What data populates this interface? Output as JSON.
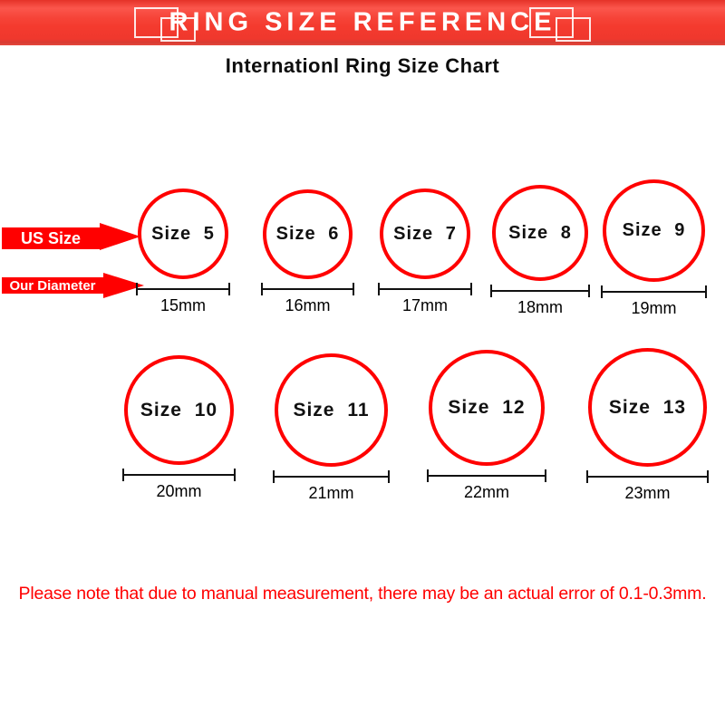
{
  "banner": {
    "title": "RING SIZE REFERENCE",
    "icons": {
      "left": "overlapping-squares-icon",
      "right": "overlapping-squares-icon"
    }
  },
  "subtitle": "Internationl Ring Size Chart",
  "pointers": {
    "us_size": "US Size",
    "our_diameter": "Our Diameter"
  },
  "rings": {
    "row1": [
      {
        "size": "Size 5",
        "diameter": "15mm"
      },
      {
        "size": "Size 6",
        "diameter": "16mm"
      },
      {
        "size": "Size 7",
        "diameter": "17mm"
      },
      {
        "size": "Size 8",
        "diameter": "18mm"
      },
      {
        "size": "Size 9",
        "diameter": "19mm"
      }
    ],
    "row2": [
      {
        "size": "Size 10",
        "diameter": "20mm"
      },
      {
        "size": "Size 11",
        "diameter": "21mm"
      },
      {
        "size": "Size 12",
        "diameter": "22mm"
      },
      {
        "size": "Size 13",
        "diameter": "23mm"
      }
    ]
  },
  "note": "Please note that due to manual measurement, there may be an actual error of 0.1-0.3mm.",
  "colors": {
    "accent_red": "#ff0000",
    "banner_red": "#f43a2e",
    "banner_text": "#ffffff",
    "text_black": "#111111",
    "note_red": "#ff0000"
  }
}
